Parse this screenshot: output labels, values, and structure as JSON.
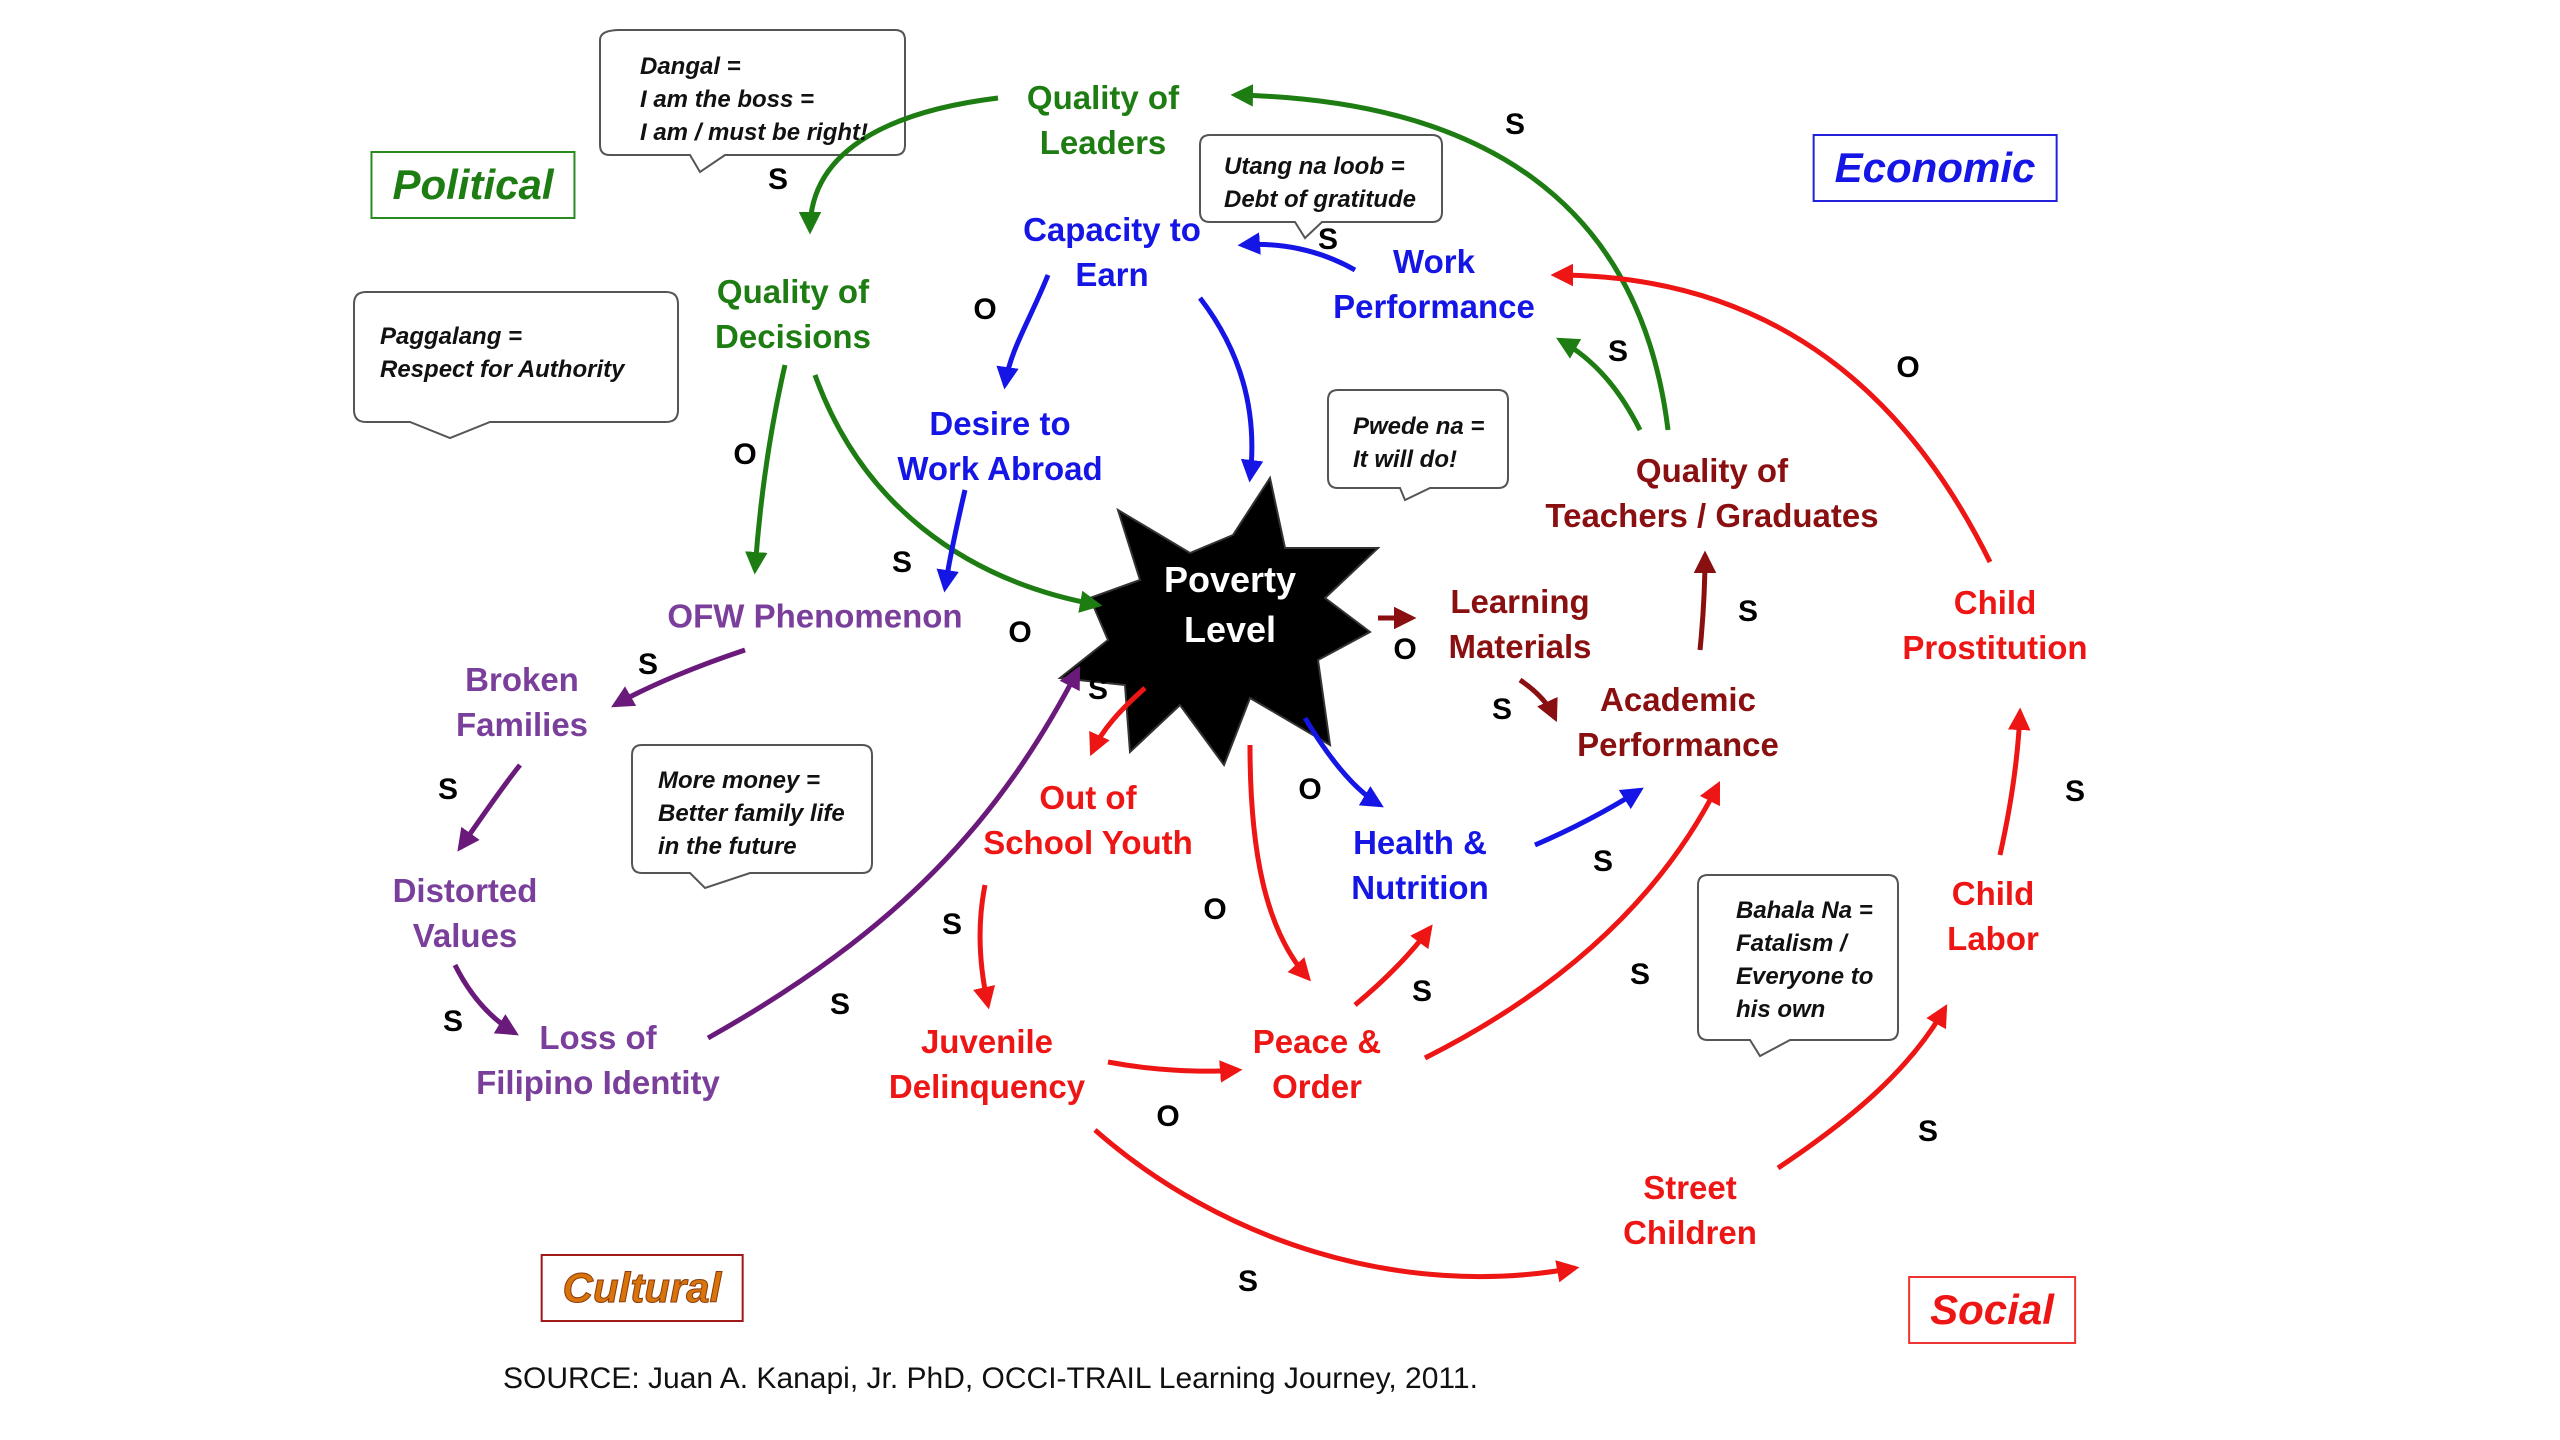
{
  "categories": {
    "political": "Political",
    "economic": "Economic",
    "cultural": "Cultural",
    "social": "Social"
  },
  "center": {
    "line1": "Poverty",
    "line2": "Level"
  },
  "nodes": {
    "quality_leaders": [
      "Quality of",
      "Leaders"
    ],
    "quality_decisions": [
      "Quality of",
      "Decisions"
    ],
    "capacity_earn": [
      "Capacity to",
      "Earn"
    ],
    "work_performance": [
      "Work",
      "Performance"
    ],
    "desire_abroad": [
      "Desire to",
      "Work Abroad"
    ],
    "ofw": [
      "OFW Phenomenon"
    ],
    "broken_families": [
      "Broken",
      "Families"
    ],
    "distorted_values": [
      "Distorted",
      "Values"
    ],
    "loss_identity": [
      "Loss of",
      "Filipino Identity"
    ],
    "quality_teachers": [
      "Quality of",
      "Teachers / Graduates"
    ],
    "learning_materials": [
      "Learning",
      "Materials"
    ],
    "academic_performance": [
      "Academic",
      "Performance"
    ],
    "child_prostitution": [
      "Child",
      "Prostitution"
    ],
    "child_labor": [
      "Child",
      "Labor"
    ],
    "street_children": [
      "Street",
      "Children"
    ],
    "out_of_school": [
      "Out of",
      "School Youth"
    ],
    "juvenile": [
      "Juvenile",
      "Delinquency"
    ],
    "peace_order": [
      "Peace &",
      "Order"
    ],
    "health_nutrition": [
      "Health &",
      "Nutrition"
    ]
  },
  "bubbles": {
    "dangal": [
      "Dangal =",
      "I am the boss =",
      "I am / must be right!"
    ],
    "utang": [
      "Utang na loob =",
      "Debt of gratitude"
    ],
    "paggalang": [
      "Paggalang =",
      "Respect for Authority"
    ],
    "pwede": [
      "Pwede na =",
      "It will do!"
    ],
    "money": [
      "More money =",
      "Better family life",
      "in the future"
    ],
    "bahala": [
      "Bahala Na =",
      "Fatalism /",
      "Everyone to",
      "his own"
    ]
  },
  "polarity_labels": [
    {
      "id": "s-leaders-decisions",
      "text": "S"
    },
    {
      "id": "s-teachers-leaders",
      "text": "S"
    },
    {
      "id": "s-work-capacity",
      "text": "S"
    },
    {
      "id": "o-capacity-desire",
      "text": "O"
    },
    {
      "id": "o-decisions-ofw",
      "text": "O"
    },
    {
      "id": "s-desire-ofw",
      "text": "S"
    },
    {
      "id": "o-decisions-poverty",
      "text": "O"
    },
    {
      "id": "s-teachers-work",
      "text": "S"
    },
    {
      "id": "o-prostitution-work",
      "text": "O"
    },
    {
      "id": "s-ofw-broken",
      "text": "S"
    },
    {
      "id": "s-broken-distorted",
      "text": "S"
    },
    {
      "id": "s-distorted-loss",
      "text": "S"
    },
    {
      "id": "s-loss-poverty",
      "text": "S"
    },
    {
      "id": "s-poverty-oosy",
      "text": "S"
    },
    {
      "id": "o-poverty-learning",
      "text": "O"
    },
    {
      "id": "s-learning-academic",
      "text": "S"
    },
    {
      "id": "s-academic-teachers",
      "text": "S"
    },
    {
      "id": "o-poverty-health",
      "text": "O"
    },
    {
      "id": "s-health-academic",
      "text": "S"
    },
    {
      "id": "s-oosy-juvenile",
      "text": "S"
    },
    {
      "id": "o-poverty-peace",
      "text": "O"
    },
    {
      "id": "s-peace-health",
      "text": "S"
    },
    {
      "id": "s-peace-academic",
      "text": "S"
    },
    {
      "id": "o-juvenile-peace",
      "text": "O"
    },
    {
      "id": "s-juvenile-street",
      "text": "S"
    },
    {
      "id": "s-street-labor",
      "text": "S"
    },
    {
      "id": "s-labor-prostitution",
      "text": "S"
    }
  ],
  "colors": {
    "political": "#1e7d12",
    "economic": "#1515e6",
    "cultural": "#7a3f9a",
    "education": "#8a0f10",
    "social": "#ee1515"
  },
  "source": "SOURCE:  Juan A. Kanapi, Jr. PhD, OCCI-TRAIL Learning Journey, 2011."
}
